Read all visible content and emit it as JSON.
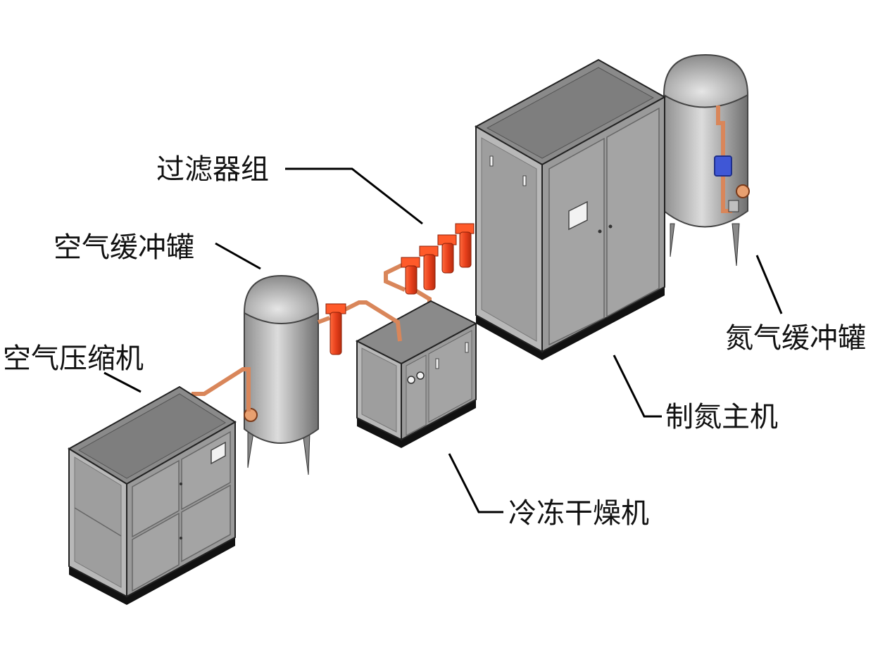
{
  "labels": {
    "air_compressor": "空气压缩机",
    "air_buffer_tank": "空气缓冲罐",
    "filter_group": "过滤器组",
    "refrigerated_dryer": "冷冻干燥机",
    "nitrogen_generator": "制氮主机",
    "nitrogen_buffer_tank": "氮气缓冲罐"
  },
  "colors": {
    "pipe": "#d9865a",
    "filter": "#e8401c",
    "valve": "#3f57d6",
    "steel_front": "#9a9a9a",
    "steel_side": "#b8b8b8",
    "steel_top": "#8a8a8a",
    "base": "#111111"
  }
}
